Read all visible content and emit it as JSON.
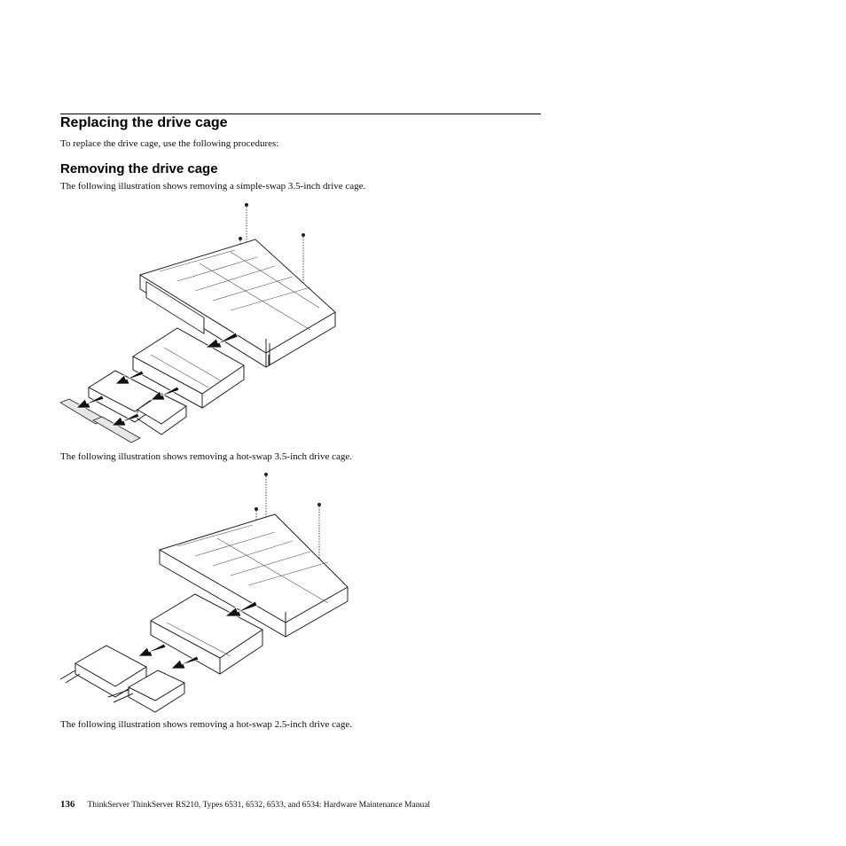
{
  "section": {
    "title": "Replacing the drive cage",
    "intro": "To replace the drive cage, use the following procedures:"
  },
  "subsection": {
    "title": "Removing the drive cage",
    "caption_1": "The following illustration shows removing a simple-swap 3.5-inch drive cage.",
    "caption_2": "The following illustration shows removing a hot-swap 3.5-inch drive cage.",
    "caption_3": "The following illustration shows removing a hot-swap 2.5-inch drive cage."
  },
  "footer": {
    "page_number": "136",
    "text": "ThinkServer ThinkServer RS210, Types 6531, 6532, 6533, and 6534:  Hardware Maintenance Manual"
  }
}
